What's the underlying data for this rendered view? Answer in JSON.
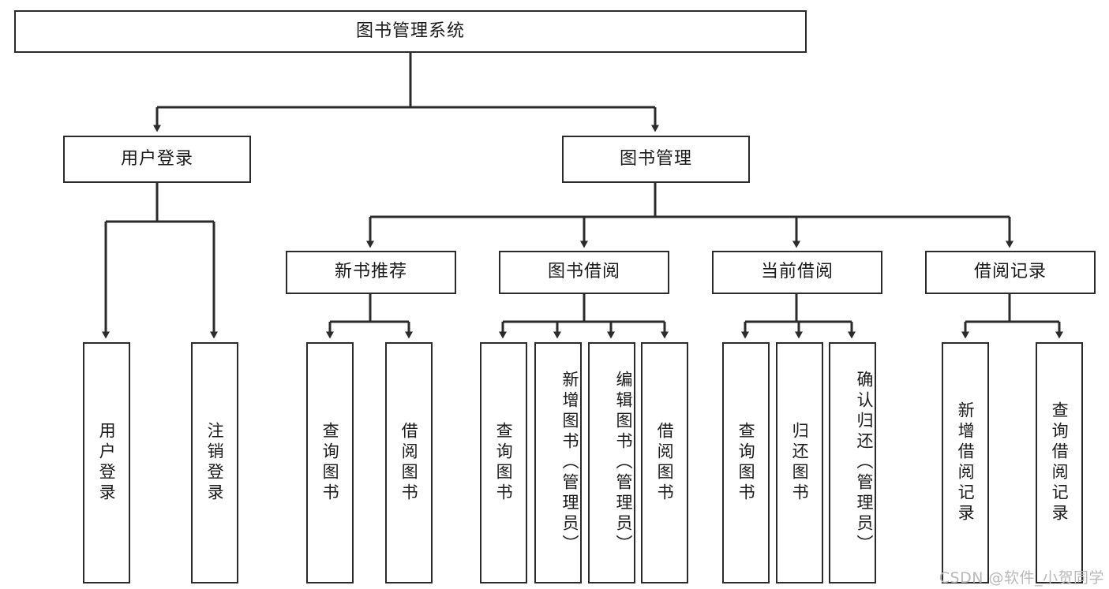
{
  "diagram": {
    "title": "图书管理系统",
    "type": "tree",
    "watermark": "CSDN @软件_小贺同学",
    "colors": {
      "box_border": "#2b2b2b",
      "box_fill": "#ffffff",
      "connector": "#2b2b2b",
      "text": "#1a1a1a",
      "watermark": "#b9b9b9"
    },
    "levels": {
      "root": {
        "id": "root",
        "label": "图书管理系统"
      },
      "level2": [
        {
          "id": "user-login",
          "label": "用户登录"
        },
        {
          "id": "book-management",
          "label": "图书管理"
        }
      ],
      "level3": [
        {
          "id": "new-book-recommend",
          "label": "新书推荐",
          "parent": "book-management"
        },
        {
          "id": "book-borrow",
          "label": "图书借阅",
          "parent": "book-management"
        },
        {
          "id": "current-borrow",
          "label": "当前借阅",
          "parent": "book-management"
        },
        {
          "id": "borrow-record",
          "label": "借阅记录",
          "parent": "book-management"
        }
      ],
      "leaves": [
        {
          "id": "leaf-user-login",
          "label": "用户登录",
          "parent": "user-login"
        },
        {
          "id": "leaf-logout-login",
          "label": "注销登录",
          "parent": "user-login"
        },
        {
          "id": "leaf-query-book-1",
          "label": "查询图书",
          "parent": "new-book-recommend"
        },
        {
          "id": "leaf-borrow-book-1",
          "label": "借阅图书",
          "parent": "new-book-recommend"
        },
        {
          "id": "leaf-query-book-2",
          "label": "查询图书",
          "parent": "book-borrow"
        },
        {
          "id": "leaf-add-book",
          "label": "新增图书（管理员）",
          "parent": "book-borrow"
        },
        {
          "id": "leaf-edit-book",
          "label": "编辑图书（管理员）",
          "parent": "book-borrow"
        },
        {
          "id": "leaf-borrow-book-2",
          "label": "借阅图书",
          "parent": "book-borrow"
        },
        {
          "id": "leaf-query-book-3",
          "label": "查询图书",
          "parent": "current-borrow"
        },
        {
          "id": "leaf-return-book",
          "label": "归还图书",
          "parent": "current-borrow"
        },
        {
          "id": "leaf-confirm-return",
          "label": "确认归还（管理员）",
          "parent": "current-borrow"
        },
        {
          "id": "leaf-add-record",
          "label": "新增借阅记录",
          "parent": "borrow-record"
        },
        {
          "id": "leaf-query-record",
          "label": "查询借阅记录",
          "parent": "borrow-record"
        }
      ]
    }
  }
}
